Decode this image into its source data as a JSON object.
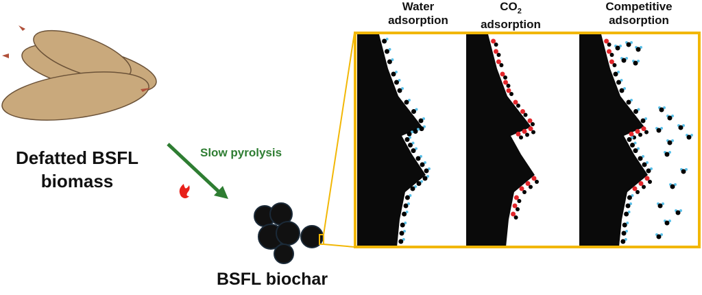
{
  "biomass_label": {
    "line1": "Defatted BSFL",
    "line2": "biomass"
  },
  "process_label": "Slow pyrolysis",
  "biochar_label": "BSFL biochar",
  "panels": [
    {
      "line1": "Water",
      "line2": "adsorption"
    },
    {
      "line1": "CO",
      "sub": "2",
      "line2": "adsorption"
    },
    {
      "line1": "Competitive",
      "line2": "adsorption"
    }
  ],
  "colors": {
    "frame": "#f2b705",
    "arrow": "#2e7d32",
    "larva": "#c9a97c",
    "water_h": "#5bc0e8",
    "co2_o": "#e3262b",
    "flame": "#e8201a"
  }
}
